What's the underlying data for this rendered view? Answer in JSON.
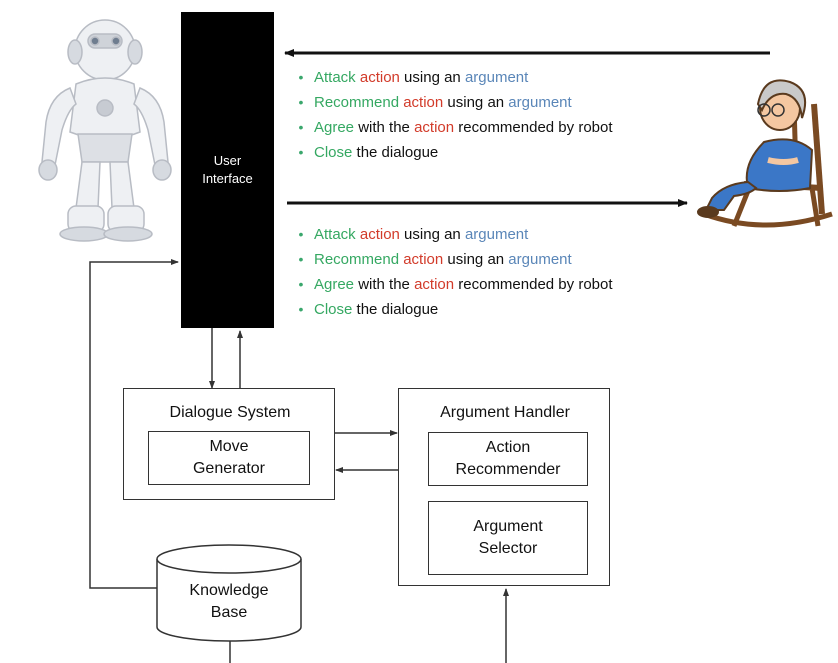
{
  "colors": {
    "green": "#35a862",
    "red": "#d23b2a",
    "blue": "#5a86b8",
    "black": "#111111"
  },
  "icons": {
    "robot": "robot-illustration-icon",
    "user": "elderly-woman-rocking-chair-icon"
  },
  "ui": {
    "line1": "User",
    "line2": "Interface"
  },
  "user_moves": [
    {
      "w1": "Attack",
      "w2": " ",
      "w3": "action",
      "w4": " using an ",
      "w5": "argument"
    },
    {
      "w1": "Recommend",
      "w2": " ",
      "w3": "action",
      "w4": " using an ",
      "w5": "argument"
    },
    {
      "w1": "Agree",
      "w2": " with the ",
      "w3": "action",
      "w4": " recommended by robot",
      "w5": ""
    },
    {
      "w1": "Close",
      "w2": " the dialogue",
      "w3": "",
      "w4": "",
      "w5": ""
    }
  ],
  "robot_moves": [
    {
      "w1": "Attack",
      "w2": " ",
      "w3": "action",
      "w4": " using an ",
      "w5": "argument"
    },
    {
      "w1": "Recommend",
      "w2": " ",
      "w3": "action",
      "w4": " using an ",
      "w5": "argument"
    },
    {
      "w1": "Agree",
      "w2": " with the ",
      "w3": "action",
      "w4": " recommended by robot",
      "w5": ""
    },
    {
      "w1": "Close",
      "w2": " the dialogue",
      "w3": "",
      "w4": "",
      "w5": ""
    }
  ],
  "bullet_glyph": "•",
  "dialogue_system": {
    "title": "Dialogue System",
    "move_generator_line1": "Move",
    "move_generator_line2": "Generator"
  },
  "argument_handler": {
    "title": "Argument Handler",
    "action_line1": "Action",
    "action_line2": "Recommender",
    "selector_line1": "Argument",
    "selector_line2": "Selector"
  },
  "knowledge_base": {
    "line1": "Knowledge",
    "line2": "Base"
  }
}
